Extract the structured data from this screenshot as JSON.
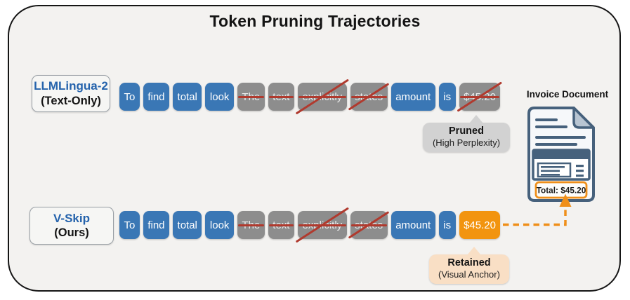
{
  "title": "Token Pruning Trajectories",
  "rows": [
    {
      "label_line1": "LLMLingua-2",
      "label_line2": "(Text-Only)",
      "tokens": [
        {
          "text": "To",
          "state": "kept"
        },
        {
          "text": "find",
          "state": "kept"
        },
        {
          "text": "total",
          "state": "kept"
        },
        {
          "text": "look",
          "state": "kept"
        },
        {
          "text": "The",
          "state": "pruned"
        },
        {
          "text": "text",
          "state": "pruned"
        },
        {
          "text": "explicitly",
          "state": "pruned-slash"
        },
        {
          "text": "states",
          "state": "pruned-slash"
        },
        {
          "text": "amount",
          "state": "kept"
        },
        {
          "text": "is",
          "state": "kept"
        },
        {
          "text": "$45.20",
          "state": "pruned-slash"
        }
      ],
      "callout": {
        "title": "Pruned",
        "subtitle": "(High Perplexity)"
      }
    },
    {
      "label_line1": "V-Skip",
      "label_line2": "(Ours)",
      "tokens": [
        {
          "text": "To",
          "state": "kept"
        },
        {
          "text": "find",
          "state": "kept"
        },
        {
          "text": "total",
          "state": "kept"
        },
        {
          "text": "look",
          "state": "kept"
        },
        {
          "text": "The",
          "state": "pruned"
        },
        {
          "text": "text",
          "state": "pruned"
        },
        {
          "text": "explicitly",
          "state": "pruned-slash"
        },
        {
          "text": "states",
          "state": "pruned-slash"
        },
        {
          "text": "amount",
          "state": "kept"
        },
        {
          "text": "is",
          "state": "kept"
        },
        {
          "text": "$45.20",
          "state": "retained"
        }
      ],
      "callout": {
        "title": "Retained",
        "subtitle": "(Visual Anchor)"
      }
    }
  ],
  "invoice": {
    "label": "Invoice Document",
    "total_text": "Total: $45.20"
  },
  "colors": {
    "token_blue": "#3a77b5",
    "token_gray": "#8d8d8d",
    "token_orange": "#f2940f",
    "strike_red": "#b03a2e",
    "label_blue": "#2563ac",
    "bubble_gray": "#d2d2d2",
    "bubble_peach": "#f9dfc5",
    "doc_ink": "#46617c",
    "doc_fold": "#b8c5d2",
    "arrow_orange": "#ef8f1a",
    "frame_border": "#151515",
    "canvas_bg": "#f3f2f0"
  }
}
